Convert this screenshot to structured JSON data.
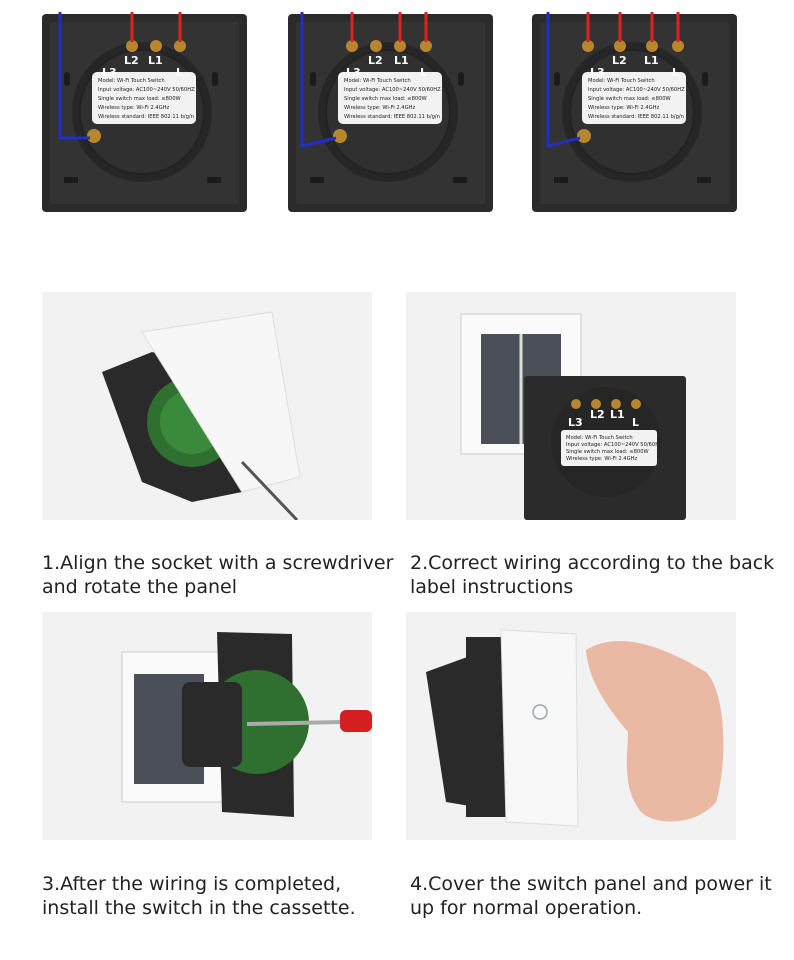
{
  "wiring_panels": [
    {
      "terminals": [
        "L3",
        "L2",
        "L1",
        "L"
      ],
      "red_wires": 2
    },
    {
      "terminals": [
        "L3",
        "L2",
        "L1",
        "L"
      ],
      "red_wires": 3
    },
    {
      "terminals": [
        "L3",
        "L2",
        "L1",
        "L"
      ],
      "red_wires": 4
    }
  ],
  "label_plate": {
    "lines": [
      "Model:   Wi-Fi Touch Switch",
      "Input voltage:  AC100~240V  50/60HZ",
      "Single switch max load:  ≤800W",
      "Wireless type:   Wi-Fi 2.4GHz",
      "Wireless standard:  IEEE 802.11 b/g/n"
    ]
  },
  "steps": [
    {
      "line1": "1.Align the socket with a screwdriver",
      "line2": "and rotate the panel"
    },
    {
      "line1": "2.Correct wiring according to the back",
      "line2": "label instructions"
    },
    {
      "line1": "3.After the wiring is completed,",
      "line2": "install the switch in the cassette."
    },
    {
      "line1": "4.Cover the switch panel and power it",
      "line2": "up for normal operation."
    }
  ],
  "colors": {
    "live_wire": "#e0201c",
    "neutral_wire": "#1f2fc8",
    "panel": "#2b2b2b",
    "glass": "#f4f4f4"
  }
}
